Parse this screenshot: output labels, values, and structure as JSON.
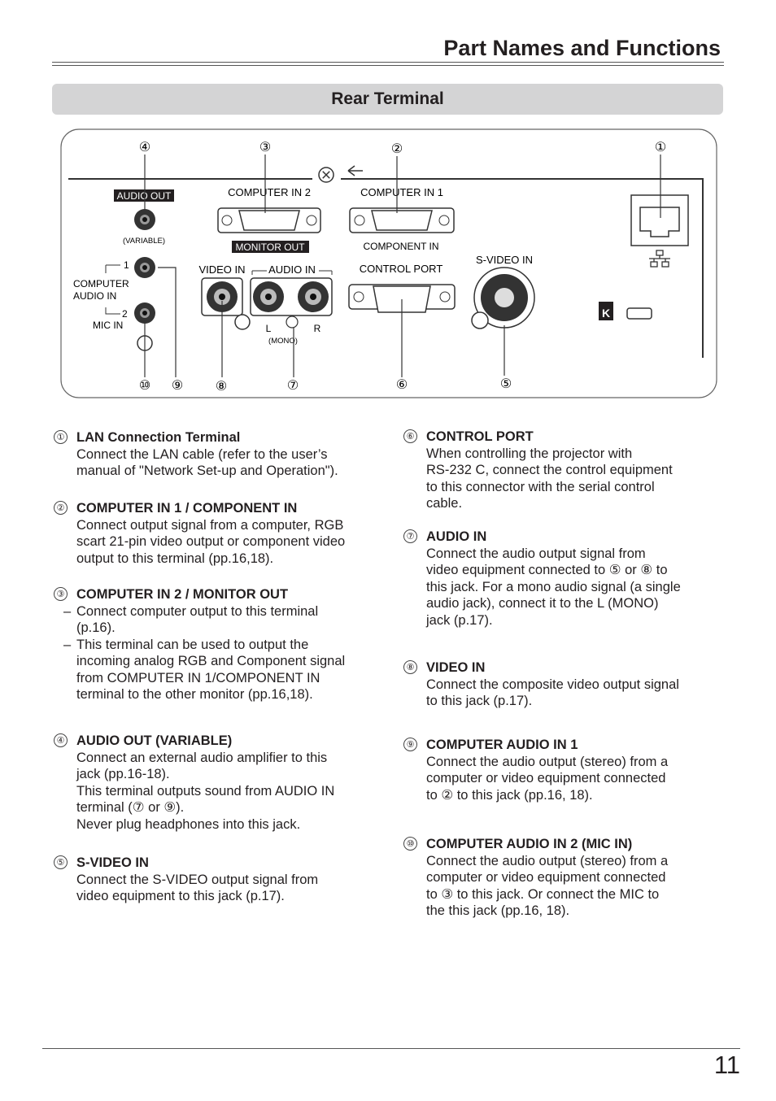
{
  "header": {
    "title": "Part Names and Functions"
  },
  "section": {
    "title": "Rear Terminal"
  },
  "diagram": {
    "callouts": [
      "①",
      "②",
      "③",
      "④",
      "⑤",
      "⑥",
      "⑦",
      "⑧",
      "⑨",
      "⑩"
    ],
    "labels": {
      "audio_out": "AUDIO OUT",
      "variable": "(VARIABLE)",
      "computer_in2": "COMPUTER IN 2",
      "monitor_out": "MONITOR OUT",
      "computer_in1": "COMPUTER IN 1",
      "component_in": "COMPONENT IN",
      "video_in": "VIDEO IN",
      "audio_in": "AUDIO IN",
      "control_port": "CONTROL PORT",
      "svideo_in": "S-VIDEO IN",
      "computer_audio_in": "COMPUTER\nAUDIO IN",
      "mic_in": "MIC IN",
      "one": "1",
      "two": "2",
      "l": "L",
      "r": "R",
      "mono": "(MONO)"
    }
  },
  "left_entries": [
    {
      "num": "①",
      "title": "LAN Connection Terminal",
      "body": "Connect the LAN cable (refer to the user’s\nmanual of \"Network Set-up and Operation\")."
    },
    {
      "num": "②",
      "title": "COMPUTER IN 1 / COMPONENT IN",
      "body": "Connect output signal from a computer, RGB\nscart 21-pin video output or component video\noutput to this terminal (pp.16,18)."
    },
    {
      "num": "③",
      "title": "COMPUTER IN 2 / MONITOR OUT",
      "dash1": "Connect computer output to this terminal\n(p.16).",
      "dash2": "This terminal can be used to output the\nincoming analog RGB and Component signal\nfrom COMPUTER IN 1/COMPONENT IN\nterminal to the other monitor (pp.16,18)."
    },
    {
      "num": "④",
      "title": "AUDIO OUT (VARIABLE)",
      "body": "Connect an external audio amplifier to this\njack (pp.16-18).\nThis terminal outputs sound from AUDIO IN\nterminal (⑦ or ⑨).\nNever plug headphones into this jack."
    },
    {
      "num": "⑤",
      "title": "S-VIDEO IN",
      "body": "Connect the S-VIDEO output signal from\nvideo equipment to this jack (p.17)."
    }
  ],
  "right_entries": [
    {
      "num": "⑥",
      "title": "CONTROL PORT",
      "body": "When controlling the projector with\nRS-232 C, connect the control equipment\nto this connector with the serial control\ncable."
    },
    {
      "num": "⑦",
      "title": "AUDIO IN",
      "body": "Connect the audio output signal from\nvideo equipment connected to ⑤ or ⑧ to\nthis jack. For a mono audio signal (a single\naudio jack), connect it to the L (MONO)\njack (p.17)."
    },
    {
      "num": "⑧",
      "title": "VIDEO IN",
      "body": "Connect the composite video output signal\nto this jack (p.17)."
    },
    {
      "num": "⑨",
      "title": "COMPUTER AUDIO IN 1",
      "body": "Connect the audio output (stereo) from a\ncomputer or video equipment connected\nto ② to this jack (pp.16, 18)."
    },
    {
      "num": "⑩",
      "title": "COMPUTER AUDIO IN 2 (MIC IN)",
      "body": "Connect the audio output (stereo) from a\ncomputer or video equipment connected\nto ③ to this jack. Or connect the MIC to\nthe this jack (pp.16, 18)."
    }
  ],
  "footer": {
    "page_number": "11"
  }
}
